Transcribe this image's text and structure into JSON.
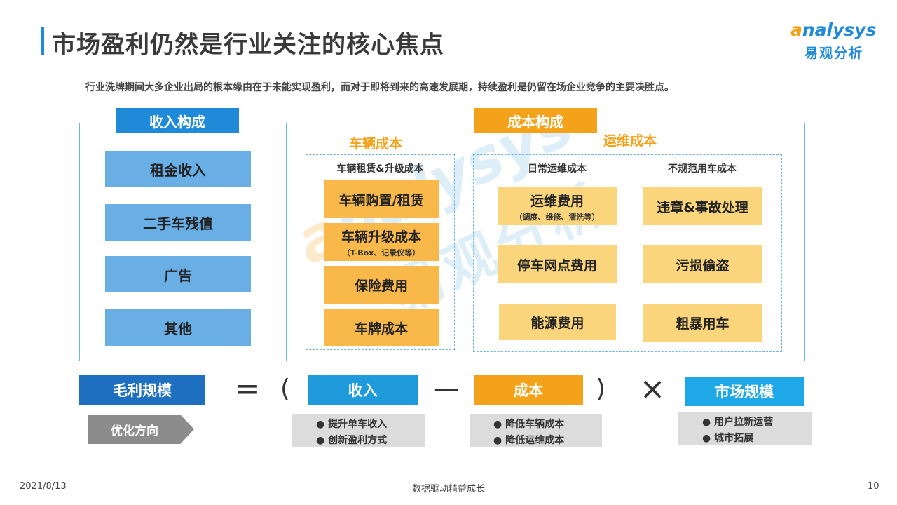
{
  "title": "市场盈利仍然是行业关注的核心焦点",
  "logo": {
    "en_first": "a",
    "en_rest": "nalysys",
    "cn": "易观分析"
  },
  "subtitle": "行业洗牌期间大多企业出局的根本缘由在于未能实现盈利，而对于即将到来的高速发展期，持续盈利是仍留在场企业竞争的主要决胜点。",
  "revenue": {
    "header": "收入构成",
    "items": [
      "租金收入",
      "二手车残值",
      "广告",
      "其他"
    ]
  },
  "cost": {
    "header": "成本构成",
    "vehicle": {
      "label": "车辆成本",
      "sub_header": "车辆租赁&升级成本",
      "items": [
        {
          "label": "车辆购置/租赁",
          "note": ""
        },
        {
          "label": "车辆升级成本",
          "note": "（T-Box、记录仪等）"
        },
        {
          "label": "保险费用",
          "note": ""
        },
        {
          "label": "车牌成本",
          "note": ""
        }
      ]
    },
    "ops": {
      "label": "运维成本",
      "daily_header": "日常运维成本",
      "daily_items": [
        {
          "label": "运维费用",
          "note": "（调度、维修、清洗等）"
        },
        {
          "label": "停车网点费用",
          "note": ""
        },
        {
          "label": "能源费用",
          "note": ""
        }
      ],
      "irregular_header": "不规范用车成本",
      "irregular_items": [
        "违章&事故处理",
        "污损偷盗",
        "粗暴用车"
      ]
    }
  },
  "formula": {
    "gross_profit": "毛利规模",
    "equals": "=",
    "lparen": "(",
    "revenue": "收入",
    "minus": "—",
    "cost": "成本",
    "rparen": ")",
    "times": "×",
    "market": "市场规模"
  },
  "optimization": {
    "label": "优化方向",
    "revenue_points": [
      "提升单车收入",
      "创新盈利方式"
    ],
    "cost_points": [
      "降低车辆成本",
      "降低运维成本"
    ],
    "market_points": [
      "用户拉新运营",
      "城市拓展"
    ]
  },
  "footer": {
    "date": "2021/8/13",
    "center": "数据驱动精益成长",
    "page": "10"
  }
}
